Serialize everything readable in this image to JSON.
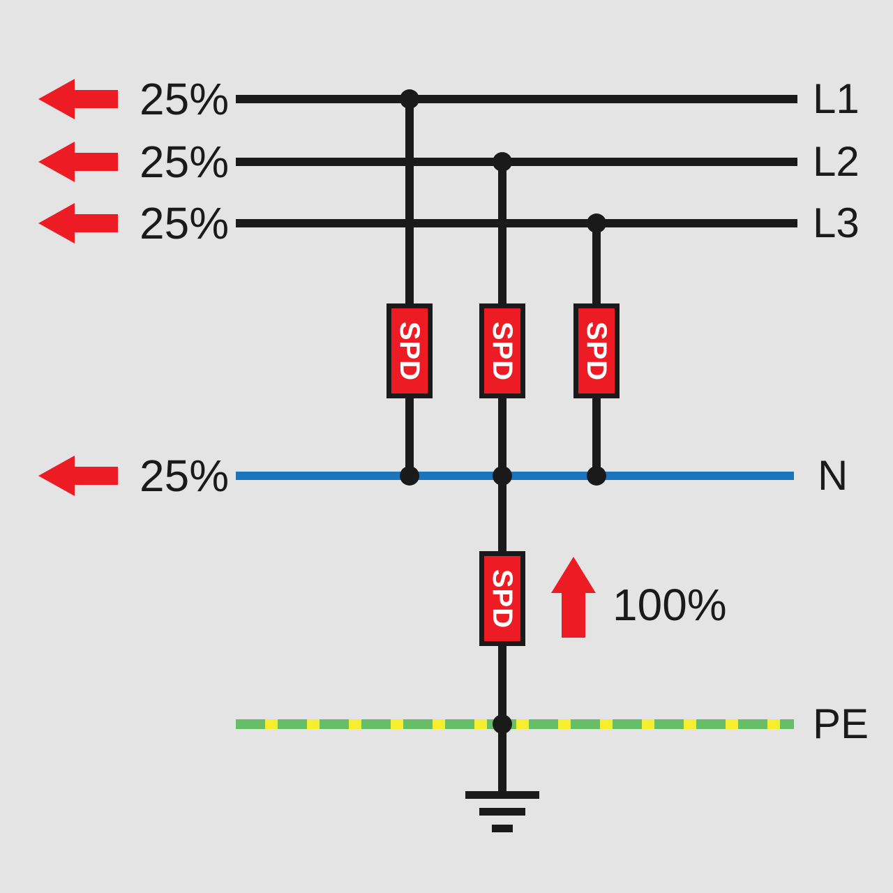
{
  "colors": {
    "background": "#e4e4e4",
    "wire_black": "#1a1a1a",
    "wire_blue": "#1b75bc",
    "pe_green": "#66bf66",
    "pe_yellow": "#f7ee2e",
    "red": "#ed1c24",
    "spd_text": "#ffffff"
  },
  "lines": [
    {
      "label": "L1",
      "share": "25%"
    },
    {
      "label": "L2",
      "share": "25%"
    },
    {
      "label": "L3",
      "share": "25%"
    },
    {
      "label": "N",
      "share": "25%"
    },
    {
      "label": "PE"
    }
  ],
  "spds": [
    {
      "label": "SPD"
    },
    {
      "label": "SPD"
    },
    {
      "label": "SPD"
    },
    {
      "label": "SPD"
    }
  ],
  "pe_discharge": {
    "value": "100%"
  }
}
